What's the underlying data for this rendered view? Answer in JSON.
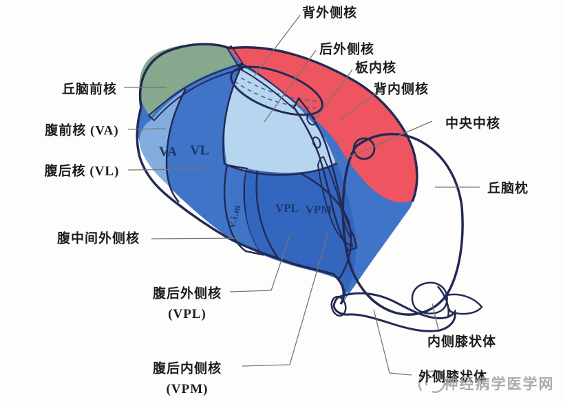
{
  "labels": {
    "anterior": "丘脑前核",
    "ventral_anterior": "腹前核 (VA)",
    "ventral_lateral": "腹后核 (VL)",
    "ventral_intermediate_lateral": "腹中间外侧核",
    "vpl_line1": "腹后外侧核",
    "vpl_line2": "(VPL)",
    "vpm_line1": "腹后内侧核",
    "vpm_line2": "(VPM)",
    "dorsal_lateral": "背外侧核",
    "posterior_lateral": "后外侧核",
    "intralaminar": "板内核",
    "dorsomedial": "背内侧核",
    "centromedian": "中央中核",
    "pulvinar": "丘脑枕",
    "medial_geniculate": "内侧膝状体",
    "lateral_geniculate": "外侧膝状体"
  },
  "region_text": {
    "va": "VA",
    "vl": "VL",
    "vim": "V.i.m",
    "vpl": "VPL",
    "vpm": "VPM"
  },
  "watermark": {
    "text": "神经病学医学网"
  },
  "colors": {
    "anterior_green": "#86a88c",
    "red_nuclei": "#ee5560",
    "va_blue": "#83acdf",
    "vl_blue": "#3f74c9",
    "lp_pale_blue": "#b7d5ee",
    "ld_light_blue": "#c9dff3",
    "vim_purple": "#6b74bf",
    "vpl_blue": "#3366bf",
    "centromedian_orange": "#f08038",
    "intralaminar_orange": "#e8603c",
    "pulvinar_pink": "#d49ed0",
    "pulvinar_flap": "#c0a8da",
    "medial_geniculate_blue": "#a6cbe8",
    "lateral_geniculate_blue": "#7585ca",
    "lateral_geniculate_cap": "#98a4d6",
    "white_band": "#ffffff",
    "outline_navy": "#232a54"
  }
}
